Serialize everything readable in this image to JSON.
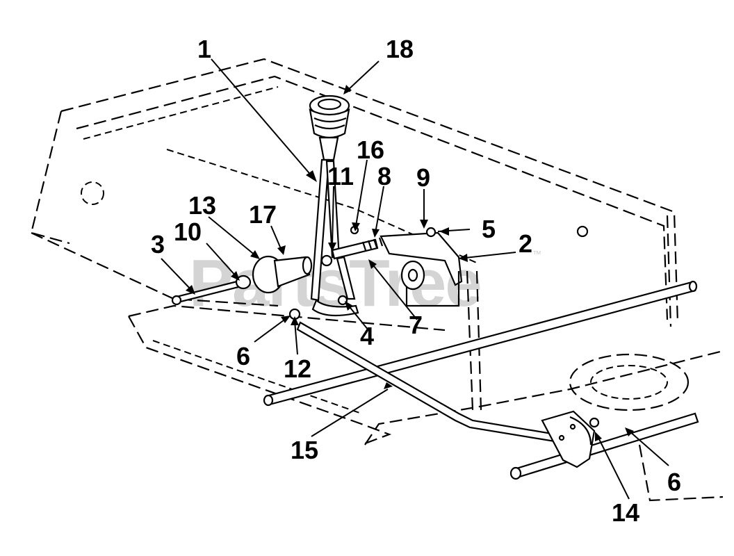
{
  "watermark": {
    "text": "PartsTree",
    "trademark": "™"
  },
  "callouts": [
    {
      "id": "c1",
      "label": "1"
    },
    {
      "id": "c18",
      "label": "18"
    },
    {
      "id": "c16",
      "label": "16"
    },
    {
      "id": "c11",
      "label": "11"
    },
    {
      "id": "c8",
      "label": "8"
    },
    {
      "id": "c9",
      "label": "9"
    },
    {
      "id": "c13",
      "label": "13"
    },
    {
      "id": "c17",
      "label": "17"
    },
    {
      "id": "c10",
      "label": "10"
    },
    {
      "id": "c3",
      "label": "3"
    },
    {
      "id": "c5",
      "label": "5"
    },
    {
      "id": "c2",
      "label": "2"
    },
    {
      "id": "c7",
      "label": "7"
    },
    {
      "id": "c4",
      "label": "4"
    },
    {
      "id": "c6a",
      "label": "6"
    },
    {
      "id": "c12",
      "label": "12"
    },
    {
      "id": "c15",
      "label": "15"
    },
    {
      "id": "c6b",
      "label": "6"
    },
    {
      "id": "c14",
      "label": "14"
    }
  ]
}
